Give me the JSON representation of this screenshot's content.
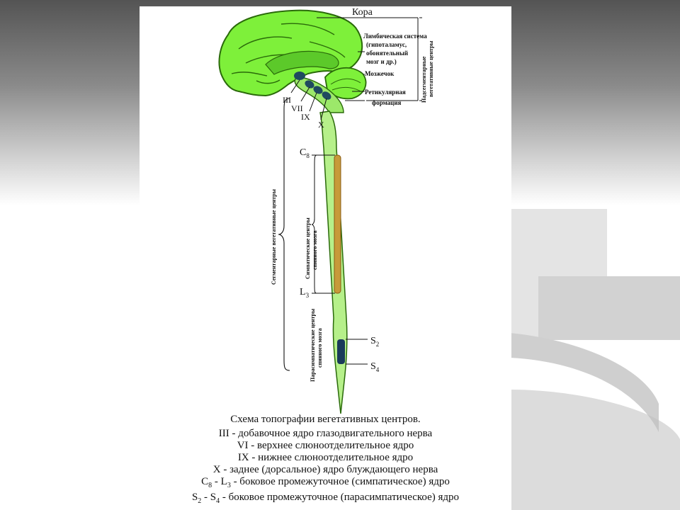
{
  "diagram": {
    "labels": {
      "cortex": "Кора",
      "limbic_1": "Лимбическая система",
      "limbic_2": "(гипоталамус,",
      "limbic_3": "обонятельный",
      "limbic_4": "мозг и др.)",
      "cerebellum": "Мозжечок",
      "reticular_1": "Ретикулярная",
      "reticular_2": "формация",
      "suprasegmental_1": "Надсегментарные",
      "suprasegmental_2": "вегетативные центры",
      "segmental": "Сегментарные вегетативные центры",
      "sympathetic_1": "Симпатические центры",
      "sympathetic_2": "спинного мозга",
      "parasympathetic_1": "Парасимпатические центры",
      "parasympathetic_2": "спинного мозга",
      "nerve_iii": "III",
      "nerve_vii": "VII",
      "nerve_ix": "IX",
      "nerve_x": "X",
      "c8_main": "C",
      "c8_sub": "8",
      "l3_main": "L",
      "l3_sub": "3",
      "s2_main": "S",
      "s2_sub": "2",
      "s4_main": "S",
      "s4_sub": "4"
    },
    "colors": {
      "brain_fill": "#7ef03a",
      "brain_outline": "#2a6a0a",
      "cord_fill": "#b6f08a",
      "sympathetic_column": "#c79a3a",
      "parasympathetic_column": "#1a3a5a",
      "nuclei": "#1f4a5f"
    }
  },
  "caption": {
    "title": "Схема топографии вегетативных центров.",
    "items": [
      {
        "code_main": "III",
        "code_sub": "",
        "code_mid": "",
        "code_main2": "",
        "code_sub2": "",
        "text": " - добавочное ядро глазодвигательного нерва"
      },
      {
        "code_main": "VI",
        "code_sub": "",
        "code_mid": "",
        "code_main2": "",
        "code_sub2": "",
        "text": " - верхнее слюноотделительное ядро"
      },
      {
        "code_main": "IX",
        "code_sub": "",
        "code_mid": "",
        "code_main2": "",
        "code_sub2": "",
        "text": " - нижнее слюноотделительное ядро"
      },
      {
        "code_main": "X",
        "code_sub": "",
        "code_mid": "",
        "code_main2": "",
        "code_sub2": "",
        "text": " - заднее (дорсальное) ядро блуждающего нерва"
      },
      {
        "code_main": "C",
        "code_sub": "8",
        "code_mid": " - ",
        "code_main2": "L",
        "code_sub2": "3",
        "text": " - боковое промежуточное (симпатическое) ядро"
      },
      {
        "code_main": "S",
        "code_sub": "2",
        "code_mid": " - ",
        "code_main2": "S",
        "code_sub2": "4",
        "text": " - боковое промежуточное (парасимпатическое) ядро"
      }
    ]
  }
}
